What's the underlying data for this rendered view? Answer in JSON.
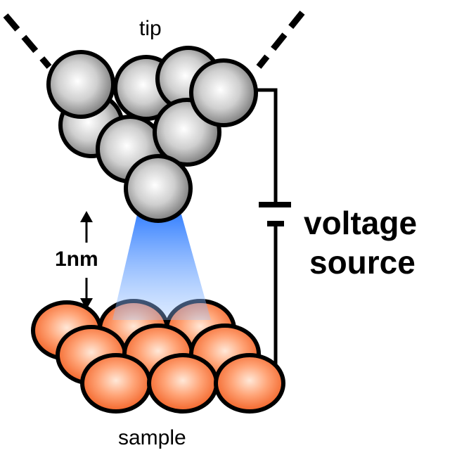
{
  "labels": {
    "tip": "tip",
    "sample": "sample",
    "voltage_line1": "voltage",
    "voltage_line2": "source",
    "distance": "1nm"
  },
  "colors": {
    "tip_atom": "#9a9a9a",
    "sample_atom": "#f26a2a",
    "beam": "#4a8cff",
    "outline": "#000000"
  }
}
